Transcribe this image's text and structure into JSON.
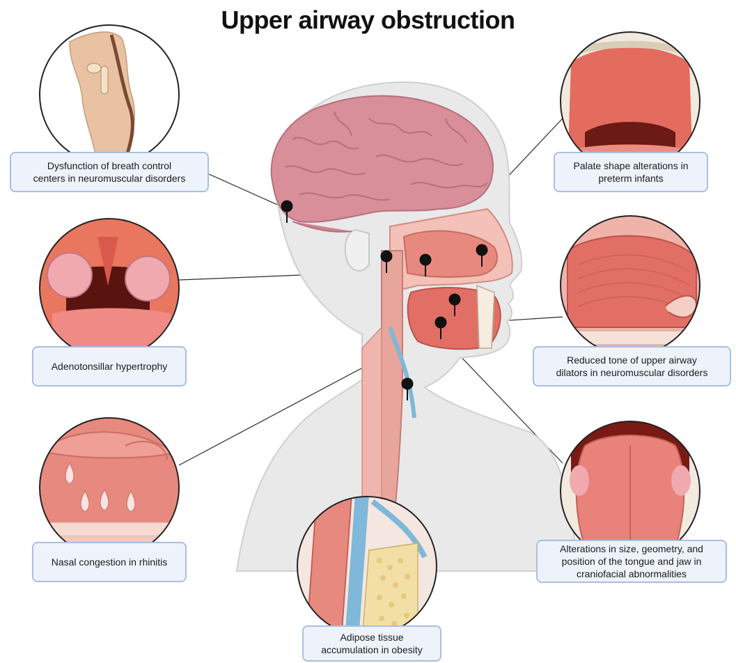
{
  "title": "Upper airway obstruction",
  "labels": {
    "breath_control": "Dysfunction of breath control\ncenters in neuromuscular disorders",
    "palate": "Palate shape alterations in\npreterm infants",
    "adenotonsillar": "Adenotonsillar hypertrophy",
    "dilators": "Reduced tone of upper airway\ndilators in neuromuscular disorders",
    "nasal": "Nasal congestion in rhinitis",
    "tongue_jaw": "Alterations in size, geometry, and\nposition of the tongue and jaw in\ncraniofacial abnormalities",
    "adipose": "Adipose tissue\naccumulation in obesity"
  },
  "colors": {
    "box_fill": "#eef3fb",
    "box_border": "#a9bfe0",
    "tissue_pink": "#e8897f",
    "brain_pink": "#d98f9a",
    "skin_gray": "#e4e4e4",
    "pin": "#111111"
  }
}
